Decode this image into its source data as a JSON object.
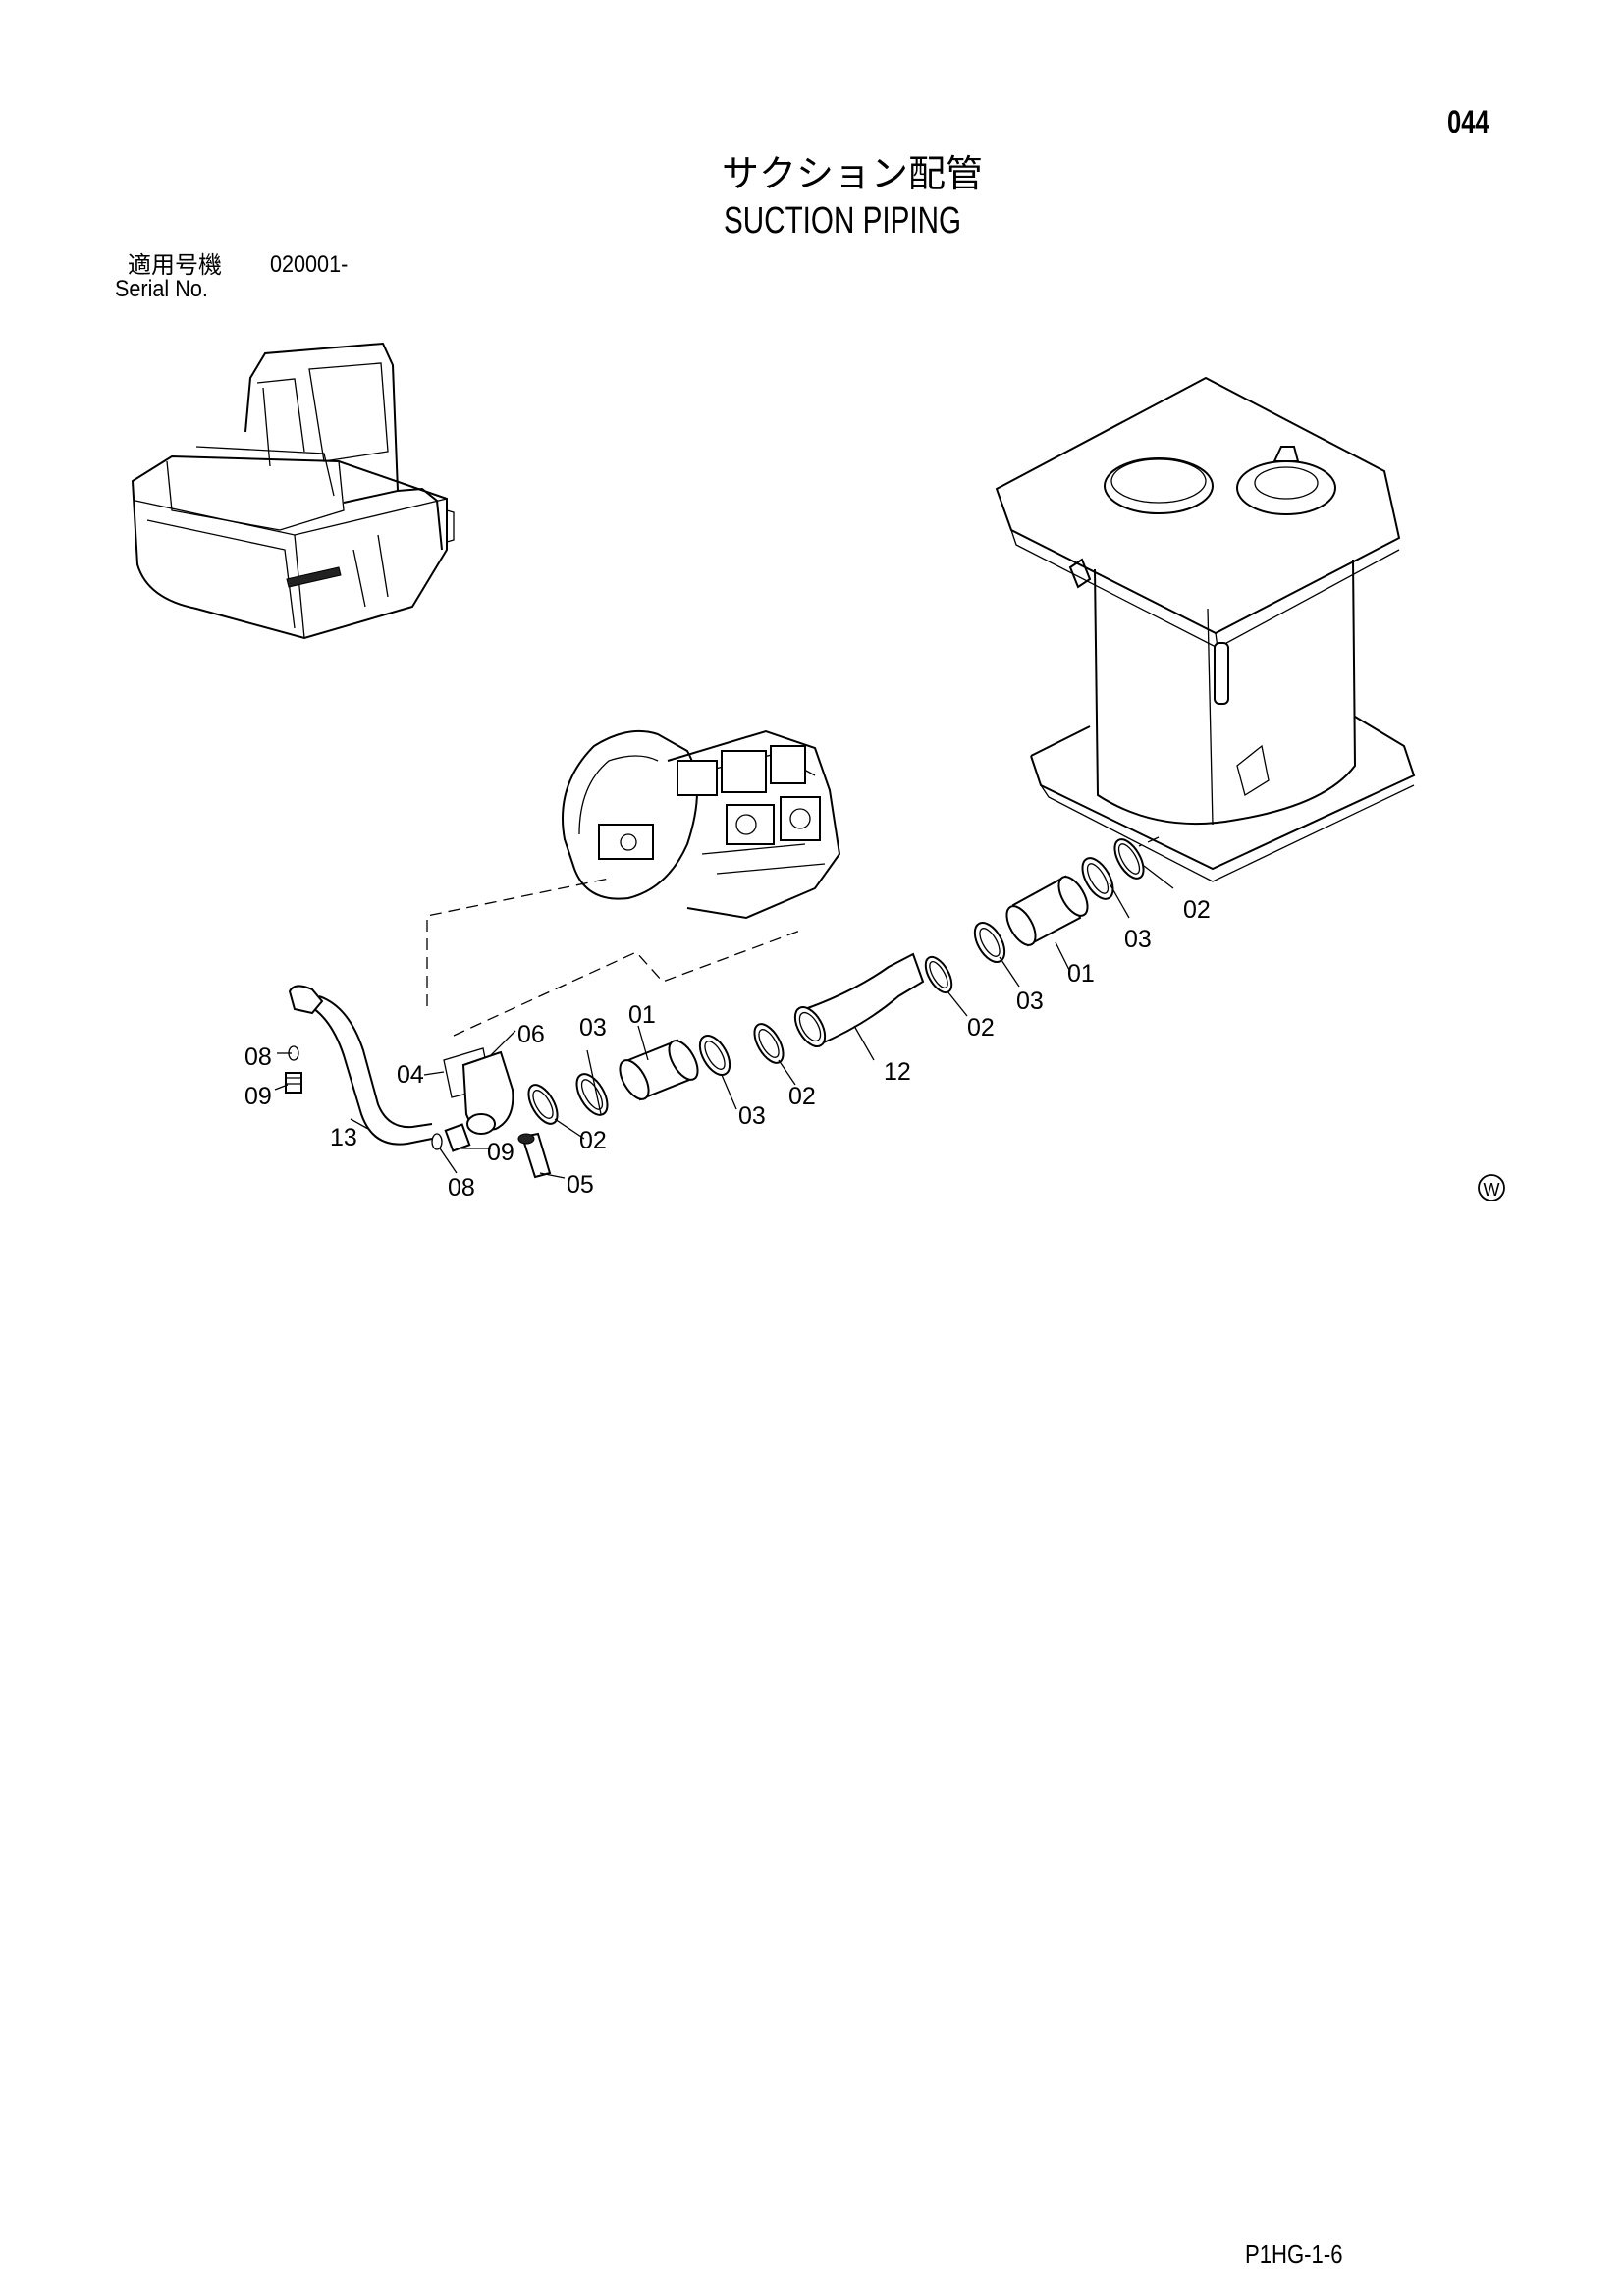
{
  "page": {
    "number": "044",
    "title_jp": "サクション配管",
    "title_en": "SUCTION PIPING",
    "serial_label_jp": "適用号機",
    "serial_range": "020001-",
    "serial_label_en": "Serial No.",
    "footer_code": "P1HG-1-6",
    "mark": "W"
  },
  "callouts": [
    {
      "id": "c02a",
      "label": "02"
    },
    {
      "id": "c03a",
      "label": "03"
    },
    {
      "id": "c01a",
      "label": "01"
    },
    {
      "id": "c03b",
      "label": "03"
    },
    {
      "id": "c02b",
      "label": "02"
    },
    {
      "id": "c12",
      "label": "12"
    },
    {
      "id": "c02c",
      "label": "02"
    },
    {
      "id": "c03c",
      "label": "03"
    },
    {
      "id": "c01b",
      "label": "01"
    },
    {
      "id": "c03d",
      "label": "03"
    },
    {
      "id": "c06",
      "label": "06"
    },
    {
      "id": "c04",
      "label": "04"
    },
    {
      "id": "c02d",
      "label": "02"
    },
    {
      "id": "c05",
      "label": "05"
    },
    {
      "id": "c09a",
      "label": "09"
    },
    {
      "id": "c08a",
      "label": "08"
    },
    {
      "id": "c13",
      "label": "13"
    },
    {
      "id": "c08b",
      "label": "08"
    },
    {
      "id": "c09b",
      "label": "09"
    }
  ]
}
